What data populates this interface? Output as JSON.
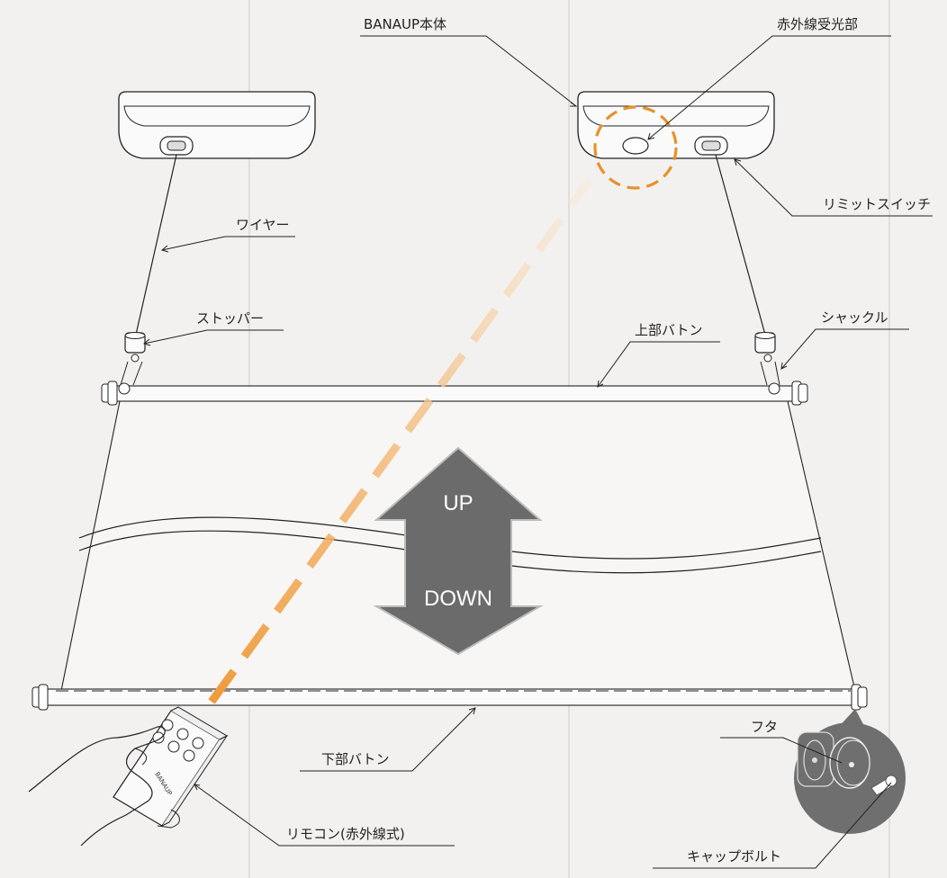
{
  "labels": {
    "main_unit": "BANAUP本体",
    "ir_receiver": "赤外線受光部",
    "limit_switch": "リミットスイッチ",
    "wire": "ワイヤー",
    "stopper": "ストッパー",
    "upper_baton": "上部バトン",
    "shackle": "シャックル",
    "lower_baton": "下部バトン",
    "remote": "リモコン(赤外線式)",
    "cap": "フタ",
    "cap_bolt": "キャップボルト",
    "remote_brand": "BANAUP"
  },
  "arrow": {
    "up": "UP",
    "down": "DOWN"
  },
  "colors": {
    "background": "#f2f1ef",
    "arrow_fill": "#6b6b6b",
    "ir_beam": "#f0a040",
    "ir_circle": "#e8912a",
    "detail_circle": "#6f6f6f"
  }
}
